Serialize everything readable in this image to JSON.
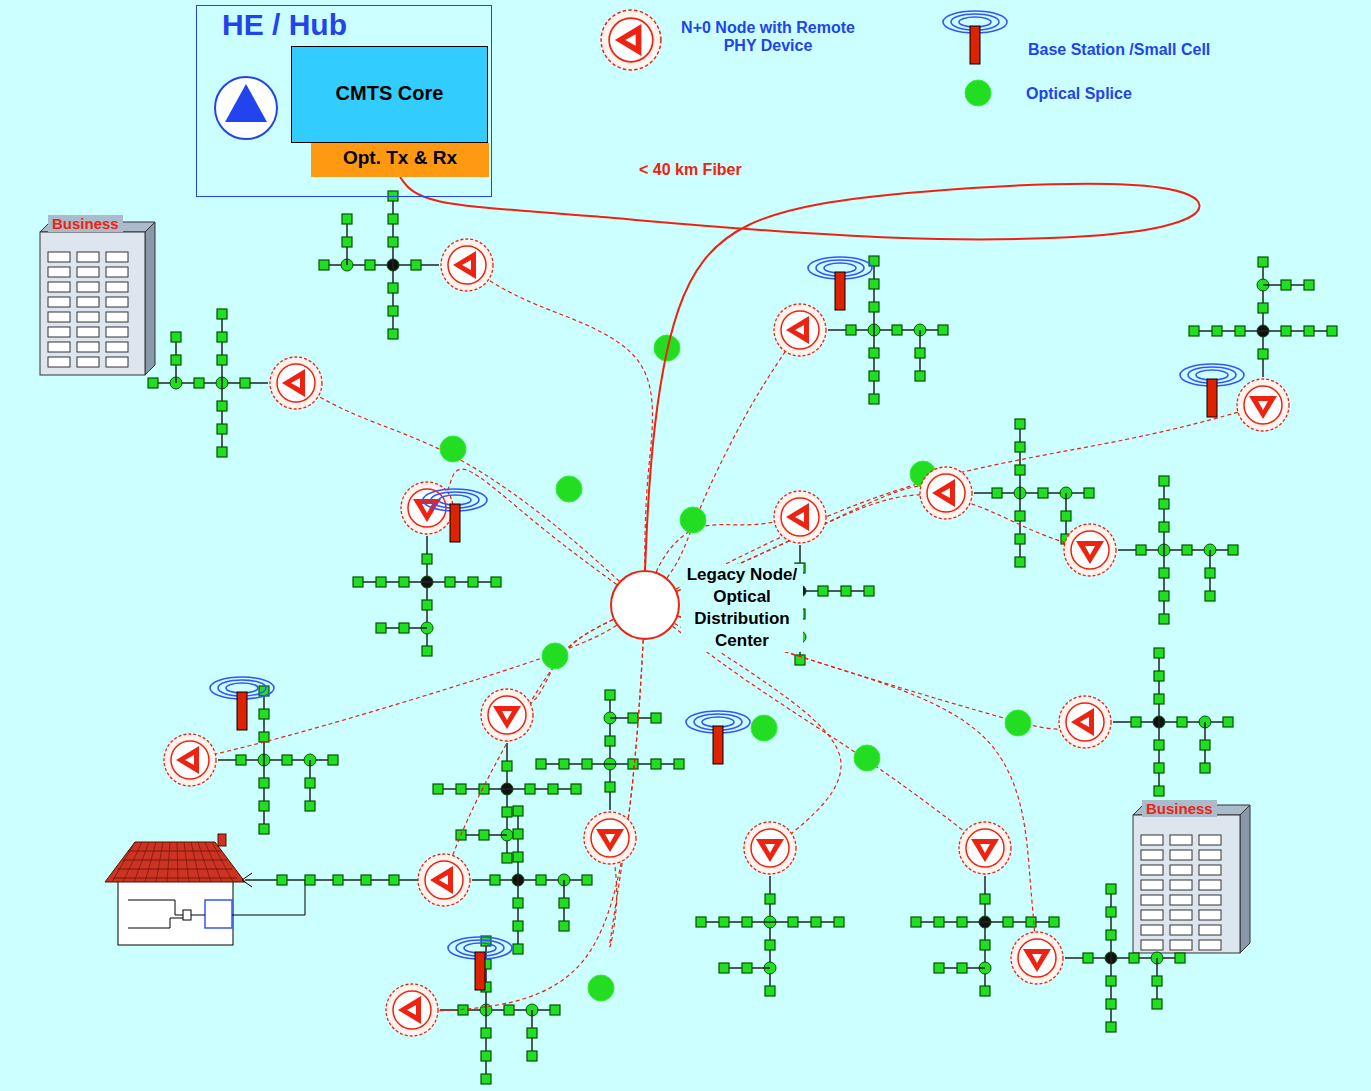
{
  "diagram": {
    "nodes": [
      {
        "text": [
          "HE / Hub"
        ]
      },
      {
        "text": [
          "CMTS Core"
        ],
        "in": 0
      },
      {
        "text": [
          "Opt. Tx & Rx"
        ],
        "in": 0
      },
      {
        "text": [
          "Legacy Node/ Optical Distribution Center"
        ]
      }
    ],
    "edges": [
      {
        "from": 2,
        "to": 3,
        "arrow": "none",
        "label": "< 40 km Fiber"
      }
    ],
    "labels": [
      "Business",
      "Business"
    ],
    "legend": [
      {
        "text": "N+0 Node with Remote PHY Device"
      },
      {
        "text": "Base Station /Small Cell"
      },
      {
        "text": "Optical Splice"
      }
    ]
  }
}
